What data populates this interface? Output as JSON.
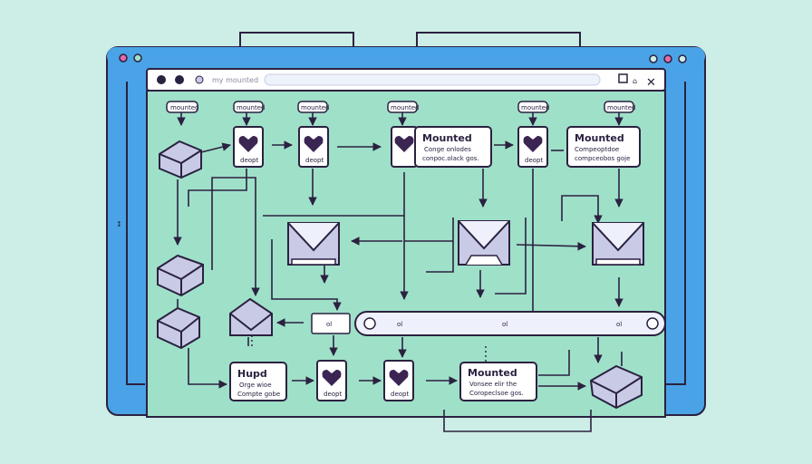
{
  "browser": {
    "url_text": "my mounted",
    "close_glyph": "✕",
    "back_glyph": "↕"
  },
  "tags": {
    "t1": "mounted",
    "t2": "mounted",
    "t3": "mounted",
    "t4": "mounted",
    "t5": "mounted",
    "t6": "mounted"
  },
  "node_caption": "deopt",
  "cards": {
    "mounted_top": {
      "title": "Mounted",
      "line1": "Conge onlodes",
      "line2": "conpoc.olack gos."
    },
    "mounted_right": {
      "title": "Mounted",
      "line1": "Compeoptdoe",
      "line2": "compceobos goje"
    },
    "hupd": {
      "title": "Hupd",
      "line1": "Orge wioe",
      "line2": "Compte gobe"
    },
    "mounted_bottom": {
      "title": "Mounted",
      "line1": "Vonsee elir the",
      "line2": "Coropeclsoe gos."
    }
  },
  "pill": {
    "badge": "ol",
    "dots": [
      "ol",
      "ol",
      "ol"
    ]
  },
  "colors": {
    "background": "#cdeee6",
    "frame_blue": "#4aa3e6",
    "canvas_green": "#9fe0c9",
    "stroke": "#2b2140",
    "node_fill": "#c9cbe6",
    "heart": "#3b2552",
    "dot_pink": "#e66aa8"
  }
}
